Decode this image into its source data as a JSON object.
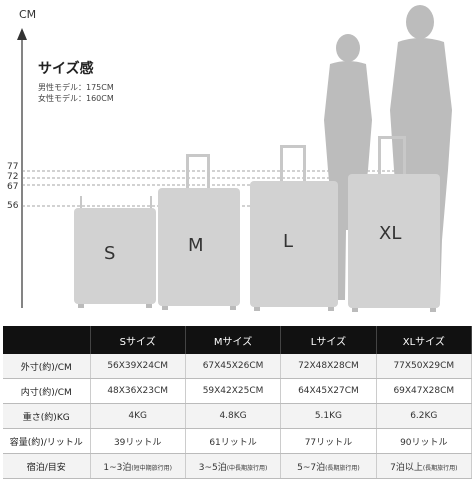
{
  "axis": {
    "unit": "CM",
    "ticks": [
      "77",
      "72",
      "67",
      "56"
    ]
  },
  "title": "サイズ感",
  "models": [
    "男性モデル：175CM",
    "女性モデル：160CM"
  ],
  "suitcases": [
    {
      "letter": "S"
    },
    {
      "letter": "M"
    },
    {
      "letter": "L"
    },
    {
      "letter": "XL"
    }
  ],
  "colors": {
    "silhouette": "#bcbcbc",
    "suitcase": "#d2d2d2",
    "header_bg": "#111111"
  },
  "table": {
    "headers": [
      "",
      "Sサイズ",
      "Mサイズ",
      "Lサイズ",
      "XLサイズ"
    ],
    "rows": [
      {
        "label": "外寸(約)/CM",
        "cells": [
          {
            "main": "56X39X24CM",
            "note": ""
          },
          {
            "main": "67X45X26CM",
            "note": ""
          },
          {
            "main": "72X48X28CM",
            "note": ""
          },
          {
            "main": "77X50X29CM",
            "note": ""
          }
        ]
      },
      {
        "label": "内寸(約)/CM",
        "cells": [
          {
            "main": "48X36X23CM",
            "note": ""
          },
          {
            "main": "59X42X25CM",
            "note": ""
          },
          {
            "main": "64X45X27CM",
            "note": ""
          },
          {
            "main": "69X47X28CM",
            "note": ""
          }
        ]
      },
      {
        "label": "重さ(約)KG",
        "cells": [
          {
            "main": "4KG",
            "note": ""
          },
          {
            "main": "4.8KG",
            "note": ""
          },
          {
            "main": "5.1KG",
            "note": ""
          },
          {
            "main": "6.2KG",
            "note": ""
          }
        ]
      },
      {
        "label": "容量(約)/リットル",
        "cells": [
          {
            "main": "39リットル",
            "note": ""
          },
          {
            "main": "61リットル",
            "note": ""
          },
          {
            "main": "77リットル",
            "note": ""
          },
          {
            "main": "90リットル",
            "note": ""
          }
        ]
      },
      {
        "label": "宿泊/目安",
        "cells": [
          {
            "main": "1~3泊",
            "note": "(短中期旅行用)"
          },
          {
            "main": "3~5泊",
            "note": "(中長期旅行用)"
          },
          {
            "main": "5~7泊",
            "note": "(長期旅行用)"
          },
          {
            "main": "7泊以上",
            "note": "(長期旅行用)"
          }
        ]
      }
    ]
  }
}
